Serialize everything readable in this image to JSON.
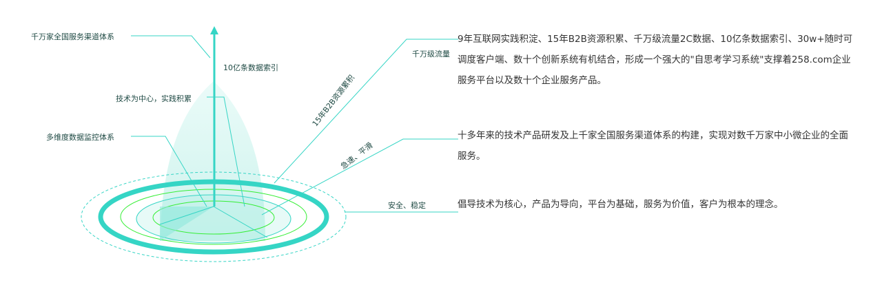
{
  "labels": {
    "channels": "千万家全国服务渠道体系",
    "index": "10亿条数据索引",
    "tech_center": "技术为中心，实践积累",
    "monitoring": "多维度数据监控体系",
    "b2b": "15年B2B资源累积",
    "traffic": "千万级流量",
    "speed": "急速、平滑",
    "safety": "安全、稳定"
  },
  "paragraphs": [
    "9年互联网实践积淀、15年B2B资源积累、千万级流量2C数据、10亿条数据索引、30w+随时可调度客户端、数十个创新系统有机结合，形成一个强大的\"自思考学习系统\"支撑着258.com企业服务平台以及数十个企业服务产品。",
    "十多年来的技术产品研发及上千家全国服务渠道体系的构建，实现对数千万家中小微企业的全面服务。",
    "倡导技术为核心，产品为导向，平台为基础，服务为价值，客户为根本的理念。"
  ],
  "colors": {
    "accent": "#35d5c5",
    "green": "#33ee33",
    "text": "#333333"
  }
}
